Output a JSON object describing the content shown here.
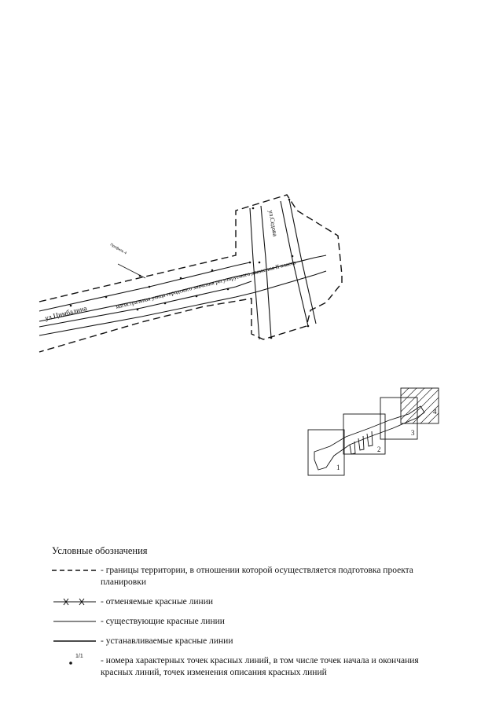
{
  "map": {
    "street_cimbalina": "ул.Цимбалина",
    "street_sedova": "ул.Седова",
    "main_road_label": "магистральная улица городского значения регулируемого движения II класса",
    "profile_label": "Профиль 4"
  },
  "key_map": {
    "sheets": [
      "1",
      "2",
      "3",
      "4"
    ]
  },
  "legend": {
    "title": "Условные обозначения",
    "items": [
      {
        "id": "boundary",
        "text": "- границы территории, в отношении которой осуществляется подготовка проекта планировки"
      },
      {
        "id": "cancelled",
        "text": "- отменяемые красные линии"
      },
      {
        "id": "existing",
        "text": "- существующие красные линии"
      },
      {
        "id": "established",
        "text": "- устанавливаемые красные линии"
      },
      {
        "id": "points",
        "text": "- номера характерных точек красных линий, в том числе точек начала и окончания красных линий, точек изменения описания красных линий",
        "symbol_label": "1/1"
      }
    ]
  }
}
